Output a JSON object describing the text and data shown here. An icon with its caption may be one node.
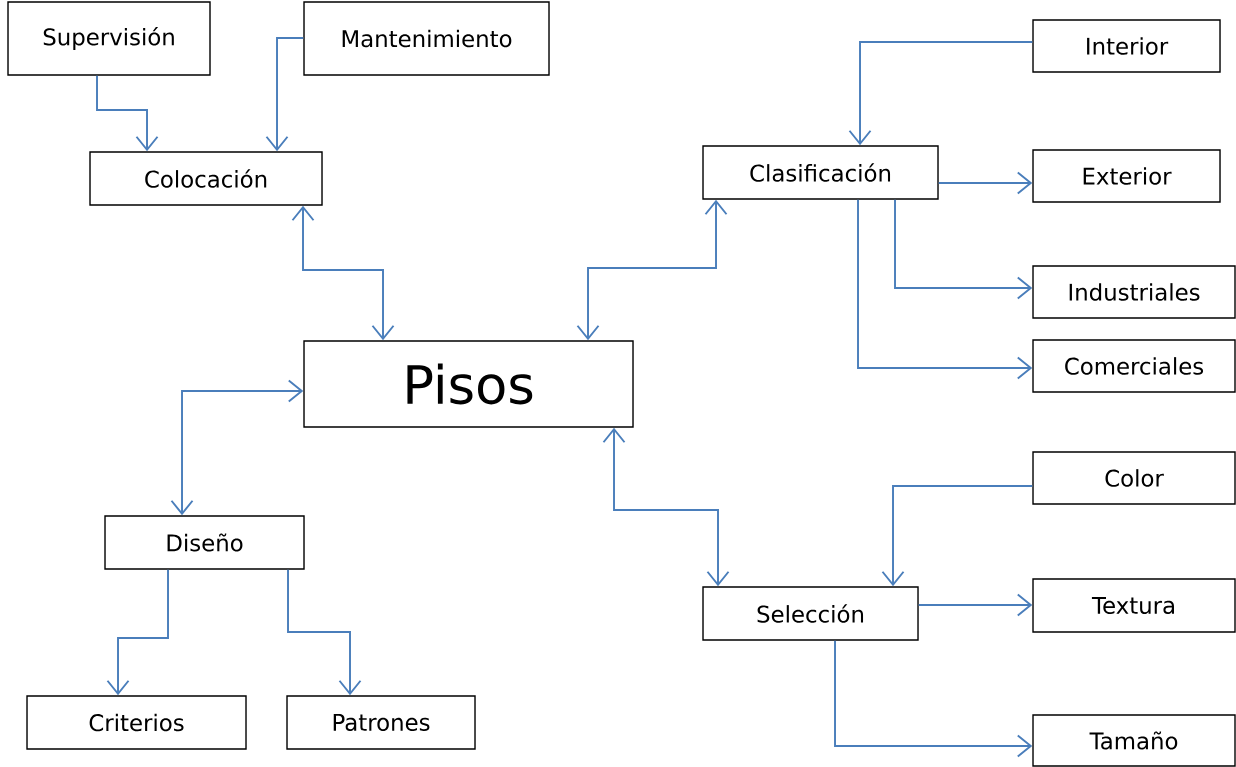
{
  "diagram": {
    "nodes": [
      {
        "text": [
          "Supervisión"
        ]
      },
      {
        "text": [
          "Mantenimiento"
        ]
      },
      {
        "text": [
          "Colocación"
        ]
      },
      {
        "text": [
          "Clasificación"
        ]
      },
      {
        "text": [
          "Interior"
        ]
      },
      {
        "text": [
          "Exterior"
        ]
      },
      {
        "text": [
          "Industriales"
        ]
      },
      {
        "text": [
          "Comerciales"
        ]
      },
      {
        "text": [
          "Pisos"
        ]
      },
      {
        "text": [
          "Diseño"
        ]
      },
      {
        "text": [
          "Color"
        ]
      },
      {
        "text": [
          "Selección"
        ]
      },
      {
        "text": [
          "Textura"
        ]
      },
      {
        "text": [
          "Criterios"
        ]
      },
      {
        "text": [
          "Patrones"
        ]
      },
      {
        "text": [
          "Tamaño"
        ]
      }
    ],
    "edges": [
      {
        "from": 0,
        "to": 2,
        "arrow": "to"
      },
      {
        "from": 1,
        "to": 2,
        "arrow": "to"
      },
      {
        "from": 2,
        "to": 8,
        "arrow": "both"
      },
      {
        "from": 8,
        "to": 3,
        "arrow": "both"
      },
      {
        "from": 4,
        "to": 3,
        "arrow": "to"
      },
      {
        "from": 3,
        "to": 5,
        "arrow": "to"
      },
      {
        "from": 3,
        "to": 6,
        "arrow": "to"
      },
      {
        "from": 3,
        "to": 7,
        "arrow": "to"
      },
      {
        "from": 8,
        "to": 9,
        "arrow": "both"
      },
      {
        "from": 9,
        "to": 13,
        "arrow": "to"
      },
      {
        "from": 9,
        "to": 14,
        "arrow": "to"
      },
      {
        "from": 8,
        "to": 11,
        "arrow": "both"
      },
      {
        "from": 10,
        "to": 11,
        "arrow": "to"
      },
      {
        "from": 11,
        "to": 12,
        "arrow": "to"
      },
      {
        "from": 11,
        "to": 15,
        "arrow": "to"
      }
    ]
  }
}
